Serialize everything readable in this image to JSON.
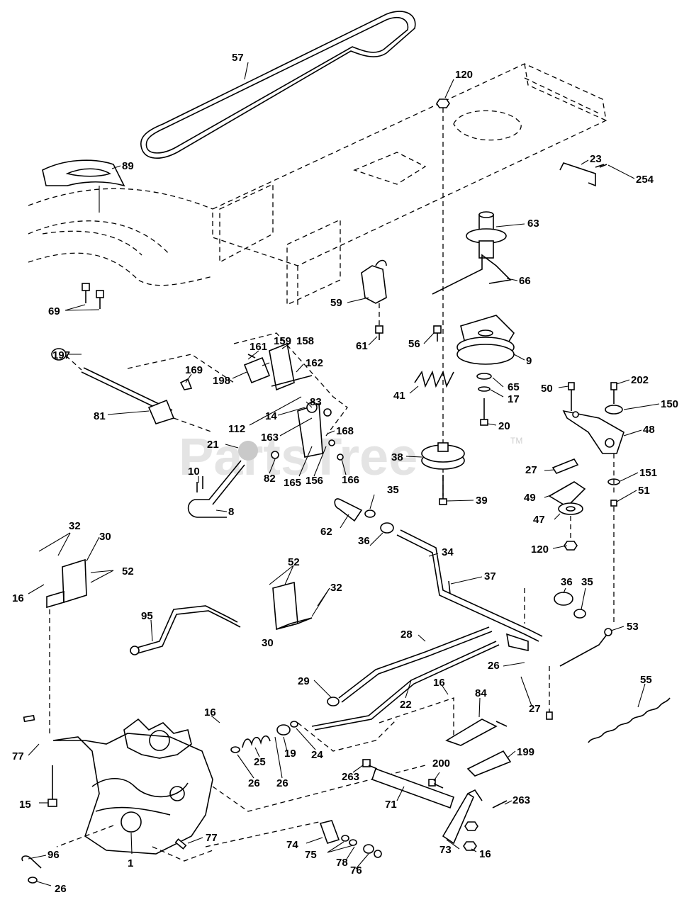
{
  "watermark": {
    "text": "PartsTree",
    "trademark": "TM"
  },
  "callouts": {
    "c57": "57",
    "c120a": "120",
    "c89": "89",
    "c23": "23",
    "c254": "254",
    "c63": "63",
    "c66": "66",
    "c69": "69",
    "c59": "59",
    "c61": "61",
    "c56": "56",
    "c9": "9",
    "c197": "197",
    "c161": "161",
    "c159": "159",
    "c158": "158",
    "c169": "169",
    "c198": "198",
    "c162": "162",
    "c65": "65",
    "c17": "17",
    "c41": "41",
    "c50": "50",
    "c202": "202",
    "c150": "150",
    "c81": "81",
    "c14": "14",
    "c83": "83",
    "c112": "112",
    "c163": "163",
    "c168": "168",
    "c20": "20",
    "c48": "48",
    "c21": "21",
    "c38": "38",
    "c10": "10",
    "c82": "82",
    "c165": "165",
    "c156": "156",
    "c166": "166",
    "c27a": "27",
    "c151": "151",
    "c51": "51",
    "c35a": "35",
    "c49": "49",
    "c39": "39",
    "c8": "8",
    "c62": "62",
    "c47": "47",
    "c32a": "32",
    "c30a": "30",
    "c36a": "36",
    "c120b": "120",
    "c34": "34",
    "c52a": "52",
    "c16a": "16",
    "c37": "37",
    "c52b": "52",
    "c32b": "32",
    "c36b": "36",
    "c35b": "35",
    "c95": "95",
    "c30b": "30",
    "c53": "53",
    "c28": "28",
    "c26a": "26",
    "c29": "29",
    "c16b": "16",
    "c22": "22",
    "c55": "55",
    "c84": "84",
    "c27b": "27",
    "c16c": "16",
    "c77a": "77",
    "c25": "25",
    "c19": "19",
    "c24": "24",
    "c199": "199",
    "c26b": "26",
    "c26c": "26",
    "c263a": "263",
    "c200": "200",
    "c15": "15",
    "c71": "71",
    "c263b": "263",
    "c77b": "77",
    "c96": "96",
    "c74": "74",
    "c1": "1",
    "c75": "75",
    "c73": "73",
    "c16d": "16",
    "c78": "78",
    "c76": "76",
    "c26d": "26"
  }
}
